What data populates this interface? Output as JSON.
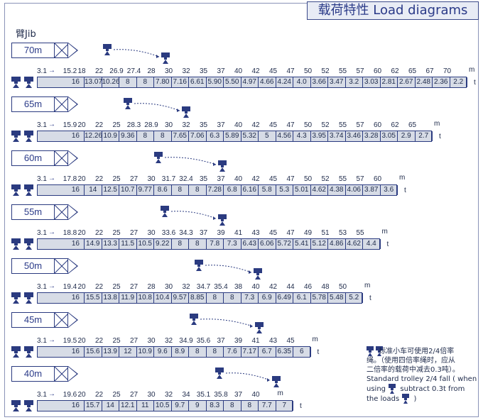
{
  "title": "载荷特性 Load diagrams",
  "jib_label": "臂Jib",
  "units": {
    "distance": "m",
    "load": "t"
  },
  "arrow_glyph": "→",
  "diagrams": [
    {
      "jib": "70m",
      "radii": [
        "3.1",
        "15.2",
        "18",
        "22",
        "26.9",
        "27.4",
        "28",
        "30",
        "32",
        "35",
        "37",
        "40",
        "42",
        "45",
        "47",
        "50",
        "52",
        "55",
        "57",
        "60",
        "62",
        "65",
        "67",
        "70"
      ],
      "loads": [
        "16",
        "13.07",
        "10.26",
        "8",
        "8",
        "7.80",
        "7.16",
        "6.61",
        "5.90",
        "5.50",
        "4.97",
        "4.66",
        "4.24",
        "4.0",
        "3.66",
        "3.47",
        "3.2",
        "3.03",
        "2.81",
        "2.67",
        "2.48",
        "2.36",
        "2.2"
      ]
    },
    {
      "jib": "65m",
      "radii": [
        "3.1",
        "15.9",
        "20",
        "22",
        "25",
        "28.3",
        "28.9",
        "30",
        "32",
        "35",
        "37",
        "40",
        "42",
        "45",
        "47",
        "50",
        "52",
        "55",
        "57",
        "60",
        "62",
        "65"
      ],
      "loads": [
        "16",
        "12.26",
        "10.9",
        "9.36",
        "8",
        "8",
        "7.65",
        "7.06",
        "6.3",
        "5.89",
        "5.32",
        "5",
        "4.56",
        "4.3",
        "3.95",
        "3.74",
        "3.46",
        "3.28",
        "3.05",
        "2.9",
        "2.7"
      ]
    },
    {
      "jib": "60m",
      "radii": [
        "3.1",
        "17.8",
        "20",
        "22",
        "25",
        "27",
        "30",
        "31.7",
        "32.4",
        "35",
        "37",
        "40",
        "42",
        "45",
        "47",
        "50",
        "52",
        "55",
        "57",
        "60"
      ],
      "loads": [
        "16",
        "14",
        "12.5",
        "10.7",
        "9.77",
        "8.6",
        "8",
        "8",
        "7.28",
        "6.8",
        "6.16",
        "5.8",
        "5.3",
        "5.01",
        "4.62",
        "4.38",
        "4.06",
        "3.87",
        "3.6"
      ]
    },
    {
      "jib": "55m",
      "radii": [
        "3.1",
        "18.8",
        "20",
        "22",
        "25",
        "27",
        "30",
        "33.6",
        "34.3",
        "37",
        "39",
        "41",
        "43",
        "45",
        "47",
        "49",
        "51",
        "53",
        "55"
      ],
      "loads": [
        "16",
        "14.9",
        "13.3",
        "11.5",
        "10.5",
        "9.22",
        "8",
        "8",
        "7.8",
        "7.3",
        "6.43",
        "6.06",
        "5.72",
        "5.41",
        "5.12",
        "4.86",
        "4.62",
        "4.4"
      ]
    },
    {
      "jib": "50m",
      "radii": [
        "3.1",
        "19.4",
        "20",
        "22",
        "25",
        "27",
        "28",
        "30",
        "32",
        "34.7",
        "35.4",
        "38",
        "40",
        "42",
        "44",
        "46",
        "48",
        "50"
      ],
      "loads": [
        "16",
        "15.5",
        "13.8",
        "11.9",
        "10.8",
        "10.4",
        "9.57",
        "8.85",
        "8",
        "8",
        "7.3",
        "6.9",
        "6.49",
        "6.1",
        "5.78",
        "5.48",
        "5.2"
      ]
    },
    {
      "jib": "45m",
      "radii": [
        "3.1",
        "19.5",
        "20",
        "22",
        "25",
        "27",
        "30",
        "32",
        "34.9",
        "35.6",
        "37",
        "39",
        "41",
        "43",
        "45"
      ],
      "loads": [
        "16",
        "15.6",
        "13.9",
        "12",
        "10.9",
        "9.6",
        "8.9",
        "8",
        "8",
        "7.6",
        "7.17",
        "6.7",
        "6.35",
        "6"
      ]
    },
    {
      "jib": "40m",
      "radii": [
        "3.1",
        "19.6",
        "20",
        "22",
        "25",
        "27",
        "30",
        "32",
        "34",
        "35.1",
        "35.8",
        "37",
        "40"
      ],
      "loads": [
        "16",
        "15.7",
        "14",
        "12.1",
        "11",
        "10.5",
        "9.7",
        "9",
        "8.3",
        "8",
        "8",
        "7.7",
        "7"
      ]
    }
  ],
  "note": {
    "cn_line1": "标准小车可使用2/4倍率",
    "cn_line2": "绳。（使用四倍率绳时，应从",
    "cn_line3": "二倍率的载荷中减去0.3吨）。",
    "en_line1": "Standard trolley 2/4 fall ( when",
    "en_line2a": "using",
    "en_line2b": "subtract  0.3t  from",
    "en_line3a": "the loads",
    "en_line3b": ")"
  },
  "colors": {
    "bar_fill": "#d7dce6",
    "line": "#2b3b80",
    "title_bg": "#e8ecf5",
    "text": "#1e2a4a"
  }
}
